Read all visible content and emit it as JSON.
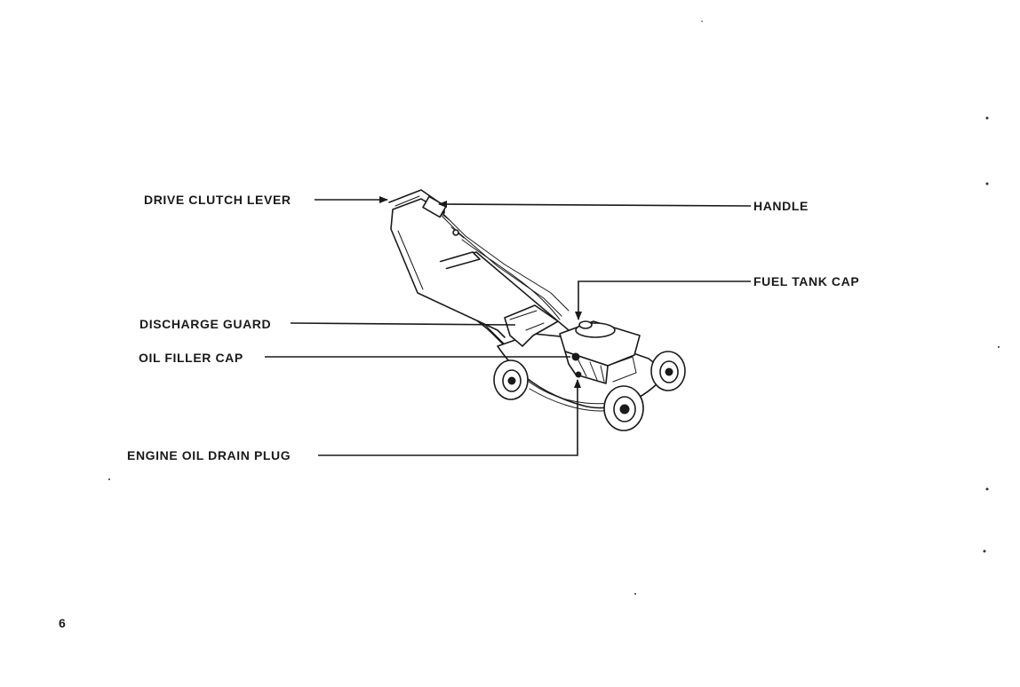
{
  "labels": {
    "drive_clutch_lever": "DRIVE CLUTCH LEVER",
    "handle": "HANDLE",
    "fuel_tank_cap": "FUEL TANK CAP",
    "discharge_guard": "DISCHARGE GUARD",
    "oil_filler_cap": "OIL FILLER CAP",
    "engine_oil_drain_plug": "ENGINE OIL DRAIN PLUG"
  },
  "page_number": "6"
}
